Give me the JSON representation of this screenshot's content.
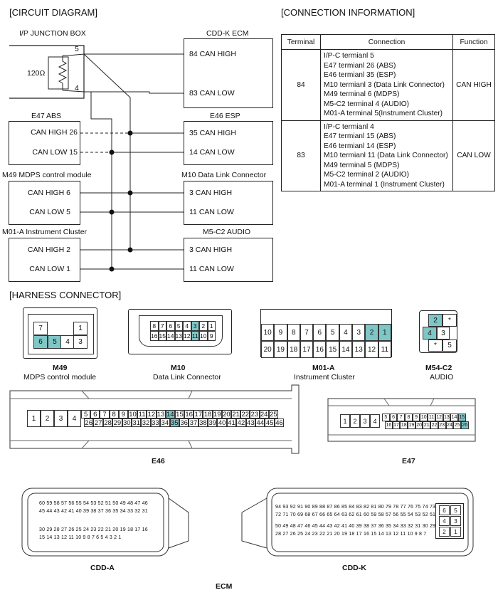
{
  "circuit": {
    "title": "[CIRCUIT DIAGRAM]",
    "junction_box": "I/P JUNCTION BOX",
    "resistor": "120Ω",
    "pin5": "5",
    "pin4": "4",
    "e47": {
      "title": "E47 ABS",
      "high": "CAN HIGH 26",
      "low": "CAN LOW 15"
    },
    "m49": {
      "title": "M49 MDPS control module",
      "high": "CAN HIGH 6",
      "low": "CAN LOW 5"
    },
    "m01": {
      "title": "M01-A Instrument Cluster",
      "high": "CAN HIGH 2",
      "low": "CAN LOW 1"
    },
    "ecm": {
      "title": "CDD-K ECM",
      "high": "84 CAN HIGH",
      "low": "83 CAN LOW"
    },
    "e46": {
      "title": "E46 ESP",
      "high": "35 CAN HIGH",
      "low": "14 CAN LOW"
    },
    "m10": {
      "title": "M10 Data Link Connector",
      "high": "3 CAN HIGH",
      "low": "11 CAN LOW"
    },
    "m5c2": {
      "title": "M5-C2 AUDIO",
      "high": "3 CAN HIGH",
      "low": "11 CAN LOW"
    }
  },
  "connection_info": {
    "title": "[CONNECTION INFORMATION]",
    "headers": [
      "Terminal",
      "Connection",
      "Function"
    ],
    "rows": [
      {
        "terminal": "84",
        "connections": [
          "I/P-C termianl 5",
          "E47 termianl 26 (ABS)",
          "E46 termianl 35 (ESP)",
          "M10 termianl 3 (Data Link Connector)",
          "M49 terminal 6 (MDPS)",
          "M5-C2 terminal 4 (AUDIO)",
          "M01-A terminal 5(Instrument Cluster)"
        ],
        "function": "CAN HIGH"
      },
      {
        "terminal": "83",
        "connections": [
          "I/P-C termianl 4",
          "E47 termianl 15 (ABS)",
          "E46 termianl 14 (ESP)",
          "M10 termianl 11 (Data Link Connector)",
          "M49 terminal 5 (MDPS)",
          "M5-C2 terminal 2 (AUDIO)",
          "M01-A terminal 1 (Instrument Cluster)"
        ],
        "function": "CAN LOW"
      }
    ]
  },
  "harness": {
    "title": "[HARNESS CONNECTOR]",
    "m49": {
      "code": "M49",
      "name": "MDPS control module",
      "pins": [
        "7",
        "1",
        "6",
        "5",
        "4",
        "3"
      ]
    },
    "m10": {
      "code": "M10",
      "name": "Data Link Connector",
      "row1": [
        "8",
        "7",
        "6",
        "5",
        "4",
        "3",
        "2",
        "1"
      ],
      "row2": [
        "16",
        "15",
        "14",
        "13",
        "12",
        "11",
        "10",
        "9"
      ]
    },
    "m01a": {
      "code": "M01-A",
      "name": "Instrument Cluster",
      "row1": [
        "10",
        "9",
        "8",
        "7",
        "6",
        "5",
        "4",
        "3",
        "2",
        "1"
      ],
      "row2": [
        "20",
        "19",
        "18",
        "17",
        "16",
        "15",
        "14",
        "13",
        "12",
        "11"
      ]
    },
    "m54c2": {
      "code": "M54-C2",
      "name": "AUDIO",
      "pins": [
        "2",
        "*",
        "4",
        "3",
        "*",
        "5"
      ]
    },
    "e46": {
      "label": "E46",
      "big": [
        "1",
        "2",
        "3",
        "4"
      ],
      "row1": [
        "5",
        "6",
        "7",
        "8",
        "9",
        "10",
        "11",
        "12",
        "13",
        "14",
        "15",
        "16",
        "17",
        "18",
        "19",
        "20",
        "21",
        "22",
        "23",
        "24",
        "25"
      ],
      "row2": [
        "26",
        "27",
        "28",
        "29",
        "30",
        "31",
        "32",
        "33",
        "34",
        "35",
        "36",
        "37",
        "38",
        "39",
        "40",
        "41",
        "42",
        "43",
        "44",
        "45",
        "46"
      ]
    },
    "e47": {
      "label": "E47",
      "big": [
        "1",
        "2",
        "3",
        "4"
      ],
      "row1": [
        "5",
        "6",
        "7",
        "8",
        "9",
        "10",
        "11",
        "12",
        "13",
        "14",
        "15"
      ],
      "row2": [
        "16",
        "17",
        "18",
        "19",
        "20",
        "21",
        "22",
        "23",
        "24",
        "25",
        "26"
      ]
    },
    "cdd_a": {
      "label": "CDD-A",
      "r1": "60 59 58 57 56 55 54 53 52 51 50 49 48 47 46",
      "r2": "45 44 43 42 41 40 39 38 37 36 35 34 33 32 31",
      "r3": "30 29 28 27 26 25 24 23 22 21 20 19 18 17 16",
      "r4": "15 14 13 12 11 10 9 8 7 6 5 4 3 2 1"
    },
    "cdd_k": {
      "label": "CDD-K",
      "r1": "94 93 92 91 90 89 88 87 86 85 84 83 82 81 80 79 78 77 76 75 74 73",
      "r2": "72 71 70 69 68 67 66 65 64 63 62 61 60 59 58 57 56 55 54 53 52 51",
      "r3": "50 49 48 47 46 45 44 43 42 41 40 39 38 37 36 35 34 33 32 31 30 29",
      "r4": "28 27 26 25 24 23 22 21 20 19 18 17 16 15 14 13 12 11 10 9 8 7",
      "side": [
        "6",
        "5",
        "4",
        "3",
        "2",
        "1"
      ]
    },
    "ecm_label": "ECM"
  }
}
